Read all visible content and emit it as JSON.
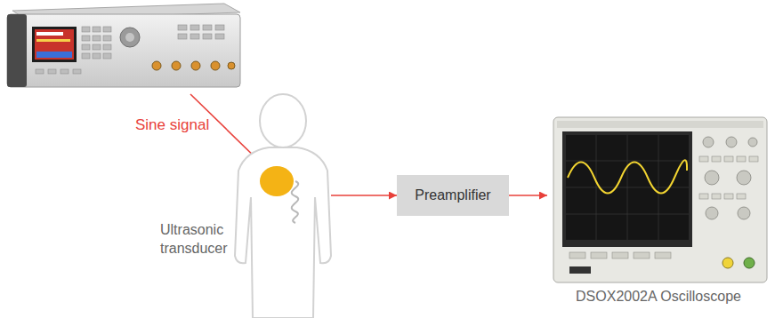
{
  "diagram": {
    "nodes": [
      {
        "text": [
          "Ultrasonic transducer"
        ]
      },
      {
        "text": [
          "Preamplifier"
        ]
      },
      {
        "text": [
          "DSOX2002A Oscilloscope"
        ]
      }
    ],
    "edges": [
      {
        "from": 0,
        "to": 1,
        "arrow": "to"
      },
      {
        "from": 1,
        "to": 2,
        "arrow": "to"
      }
    ],
    "labels": [
      "Sine signal"
    ]
  }
}
